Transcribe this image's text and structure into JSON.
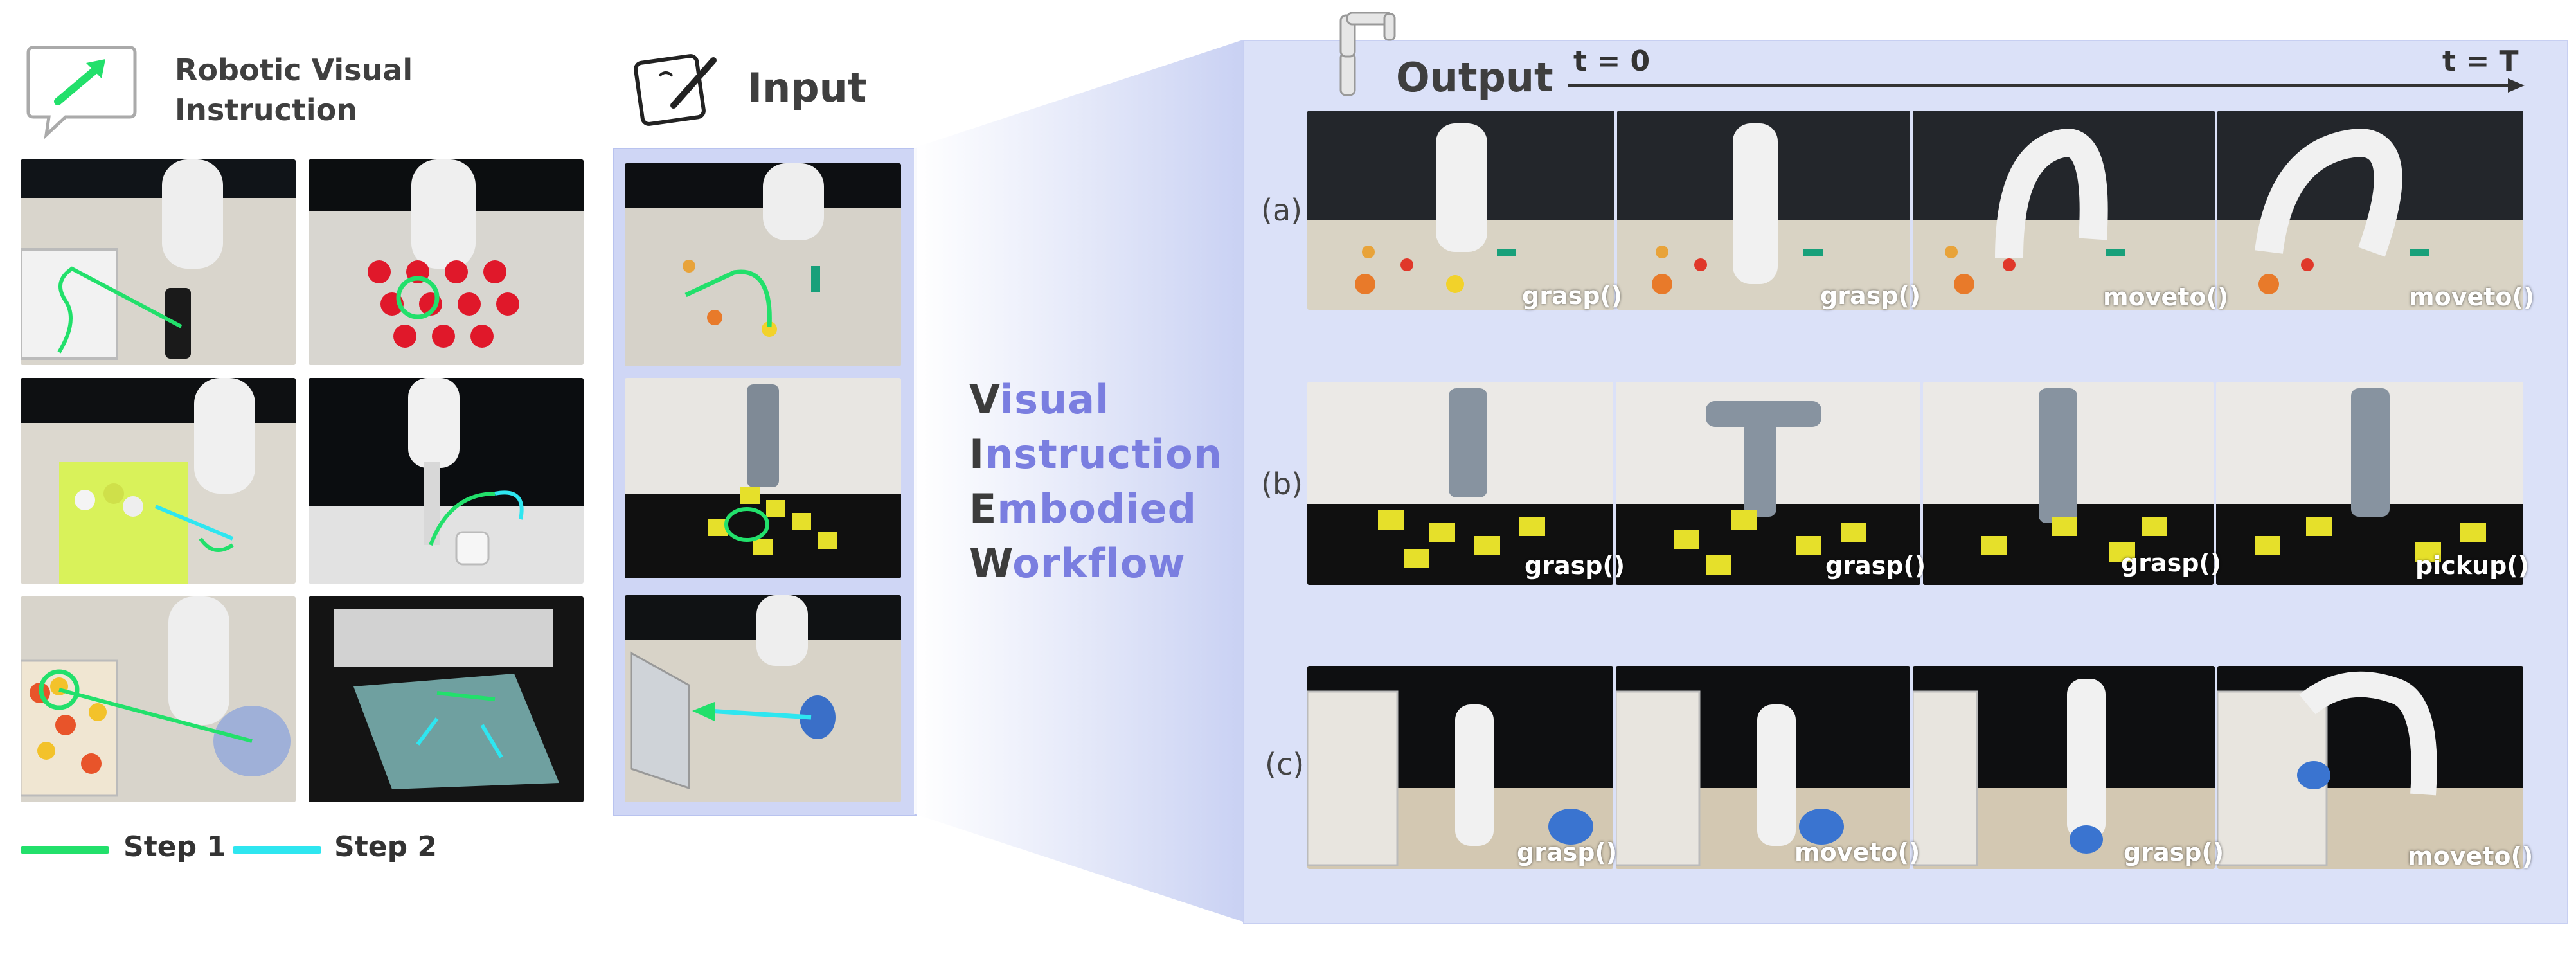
{
  "header": {
    "legend_title_line1": "Robotic Visual",
    "legend_title_line2": "Instruction",
    "input_title": "Input",
    "output_title": "Output"
  },
  "steps": [
    {
      "label": "Step 1",
      "color": "#22e06b"
    },
    {
      "label": "Step 2",
      "color": "#2ee6f0"
    }
  ],
  "view_words": [
    {
      "cap": "V",
      "rest": "isual"
    },
    {
      "cap": "I",
      "rest": "nstruction"
    },
    {
      "cap": "E",
      "rest": "mbodied"
    },
    {
      "cap": "W",
      "rest": "orkflow"
    }
  ],
  "timeline": {
    "start": "t = 0",
    "end": "t = T"
  },
  "rows": [
    {
      "label": "(a)",
      "actions": [
        "grasp()",
        "grasp()",
        "moveto()",
        "moveto()"
      ]
    },
    {
      "label": "(b)",
      "actions": [
        "grasp()",
        "grasp()",
        "grasp()",
        "pickup()"
      ]
    },
    {
      "label": "(c)",
      "actions": [
        "grasp()",
        "moveto()",
        "grasp()",
        "moveto()"
      ]
    }
  ],
  "colors": {
    "input_panel": "#cfd6f5",
    "output_panel": "#dbe1f8",
    "view_accent": "#7a7ee0"
  }
}
